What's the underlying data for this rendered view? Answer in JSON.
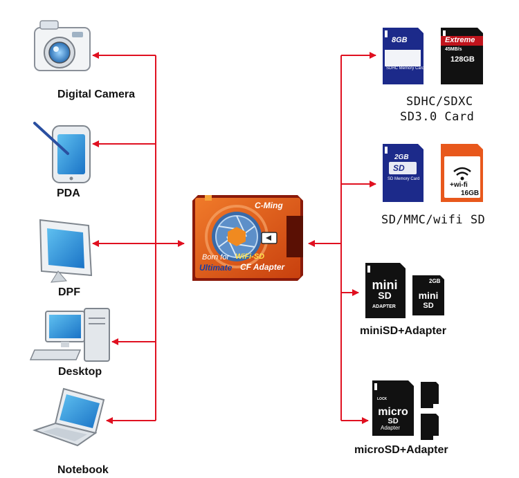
{
  "devices": {
    "camera": "Digital Camera",
    "pda": "PDA",
    "dpf": "DPF",
    "desktop": "Desktop",
    "notebook": "Notebook"
  },
  "cards": {
    "sdhc_line1": "SDHC/SDXC",
    "sdhc_line2": "SD3.0 Card",
    "sd": "SD/MMC/wifi SD",
    "minisd": "miniSD+Adapter",
    "microsd": "microSD+Adapter"
  },
  "adapter": {
    "brand": "C-Ming",
    "born_for": "Born for",
    "wifi_sd": "WiFi-SD",
    "ultimate": "Ultimate",
    "product": "CF Adapter"
  },
  "card_prints": {
    "sdhc_capacity": "8GB",
    "sdhc_type": "SDHC Memory Card",
    "extreme": "Extreme",
    "extreme_speed": "45MB/s",
    "extreme_capacity": "128GB",
    "sd_capacity": "2GB",
    "sd_type": "SD Memory Card",
    "wifi_label": "+wi-fi",
    "wifi_capacity": "16GB",
    "mini_adapter": "ADAPTER",
    "mini_capacity": "2GB",
    "micro_adapter": "Adapter",
    "lock": "LOCK"
  },
  "colors": {
    "arrow": "#e01020",
    "adapter_orange": "#e8581c",
    "card_blue": "#1c2a8a",
    "card_black": "#111111"
  }
}
